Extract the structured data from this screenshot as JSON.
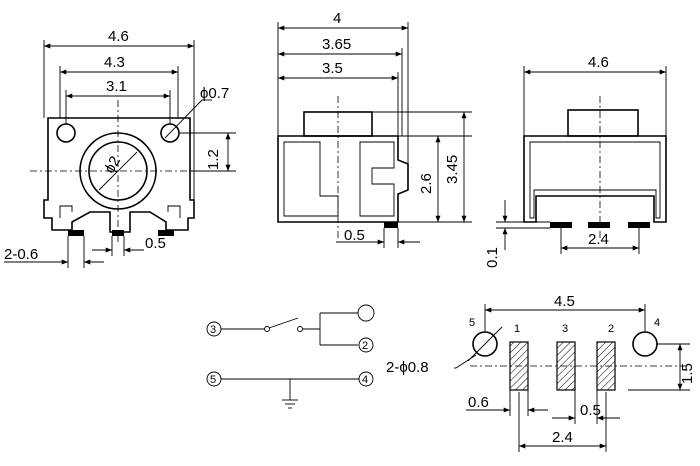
{
  "front_view": {
    "dim_total_width": "4.6",
    "dim_hole_span": "4.3",
    "dim_hole_inner": "3.1",
    "dim_hole_dia": "ϕ0.7",
    "dim_actuator_dia": "ϕ2",
    "dim_hole_height": "1.2",
    "dim_leg_width": "2-0.6",
    "dim_leg_gap": "0.5"
  },
  "side_view": {
    "dim_total": "4",
    "dim_body": "3.65",
    "dim_inner": "3.5",
    "dim_height_inner": "2.6",
    "dim_height_total": "3.45",
    "dim_bottom": "0.5"
  },
  "right_view": {
    "dim_width": "4.6",
    "dim_pitch": "2.4",
    "dim_standoff": "0.1"
  },
  "schematic": {
    "pin_3": "3",
    "pin_2": "2",
    "pin_5": "5",
    "pin_4": "4"
  },
  "footprint": {
    "dim_span": "4.5",
    "dim_hole": "2-ϕ0.8",
    "dim_pad_w": "0.6",
    "dim_pad_gap": "0.5",
    "dim_pitch": "2.4",
    "dim_height": "1.5",
    "label_5": "5",
    "label_1": "1",
    "label_3": "3",
    "label_2": "2",
    "label_4": "4"
  }
}
